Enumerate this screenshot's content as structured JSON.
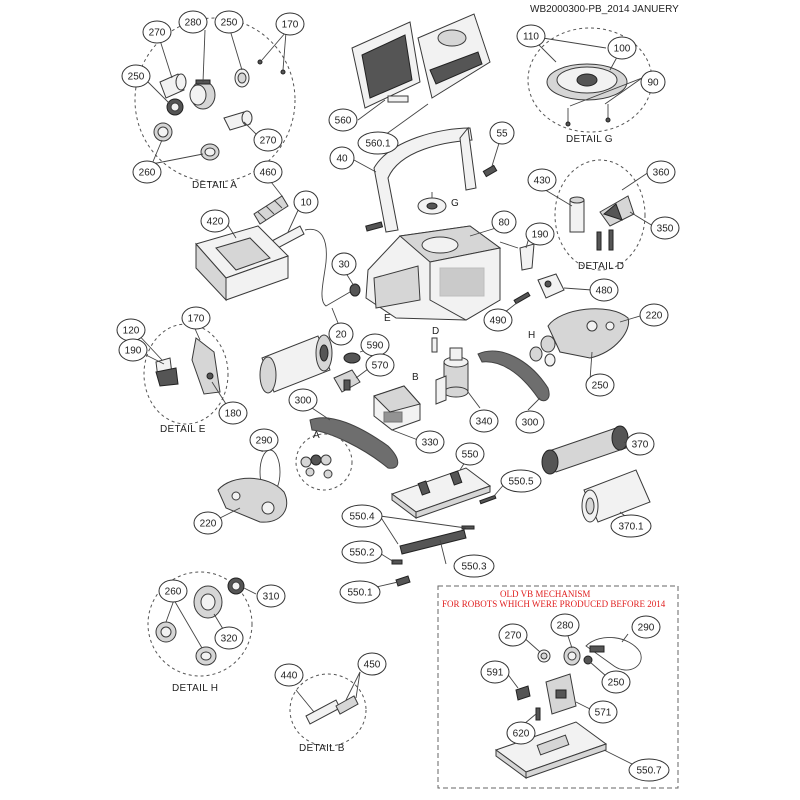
{
  "header": {
    "doc_code": "WB2000300-PB_2014 JANUERY"
  },
  "details": {
    "a": "DETAIL A",
    "b": "DETAIL B",
    "d": "DETAIL D",
    "e": "DETAIL E",
    "g": "DETAIL G",
    "h": "DETAIL H"
  },
  "old_vb": {
    "line1": "OLD   VB   MECHANISM",
    "line2": "FOR ROBOTS WHICH WERE PRODUCED BEFORE 2014",
    "color": "#e02020"
  },
  "letters": {
    "a": "A",
    "b": "B",
    "d": "D",
    "e": "E",
    "g": "G",
    "h": "H"
  },
  "callouts": [
    "270",
    "280",
    "250",
    "170",
    "250",
    "270",
    "260",
    "110",
    "100",
    "90",
    "560",
    "560.1",
    "55",
    "40",
    "460",
    "10",
    "420",
    "30",
    "20",
    "80",
    "190",
    "430",
    "360",
    "350",
    "480",
    "490",
    "220",
    "250",
    "170",
    "120",
    "190",
    "180",
    "590",
    "570",
    "300",
    "330",
    "340",
    "300",
    "290",
    "220",
    "550",
    "550.5",
    "370",
    "370.1",
    "550.4",
    "550.2",
    "550.3",
    "550.1",
    "260",
    "310",
    "320",
    "440",
    "450",
    "270",
    "280",
    "290",
    "250",
    "591",
    "571",
    "620",
    "550.7"
  ]
}
